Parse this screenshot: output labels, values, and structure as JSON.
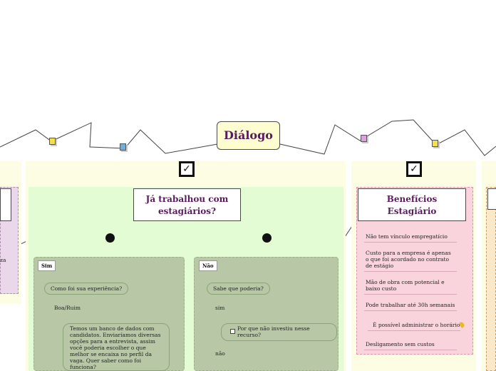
{
  "central": {
    "title": "Diálogo"
  },
  "left_branch": {
    "title": "Já trabalhou com estagiários?",
    "yes": {
      "label": "Sim",
      "question": "Como foi sua experiência?",
      "answer": "Boa/Ruim",
      "detail": "Temos um banco de dados com candidatos. Enviaríamos diversas opções para a entrevista, assim você poderia escolher o que melhor se encaixa no perfil da vaga. Quer saber como foi funciona?"
    },
    "no": {
      "label": "Não",
      "question": "Sabe que poderia?",
      "answer_yes": "sim",
      "followup": "Por que não investiu nesse recurso?",
      "answer_no": "não"
    }
  },
  "right_branch": {
    "title": "Benefícios Estagiário",
    "items": [
      "Não tem vínculo empregatício",
      "Custo para a empresa é apenas o que foi acordado no contrato de estágio",
      "Mão de obra com potencial e baixo custo",
      "Pode trabalhar até 30h semanais",
      "É possível administrar o horário",
      "Desligamento sem custos"
    ]
  },
  "left_edge_text": "za",
  "colors": {
    "accent": "#5a1a5e",
    "green_panel": "#e4fcd4",
    "green_card": "#b8c8a6",
    "pink_panel": "#fad4dc",
    "lavender_panel": "#ead8ea",
    "cream": "#fdfde4"
  }
}
